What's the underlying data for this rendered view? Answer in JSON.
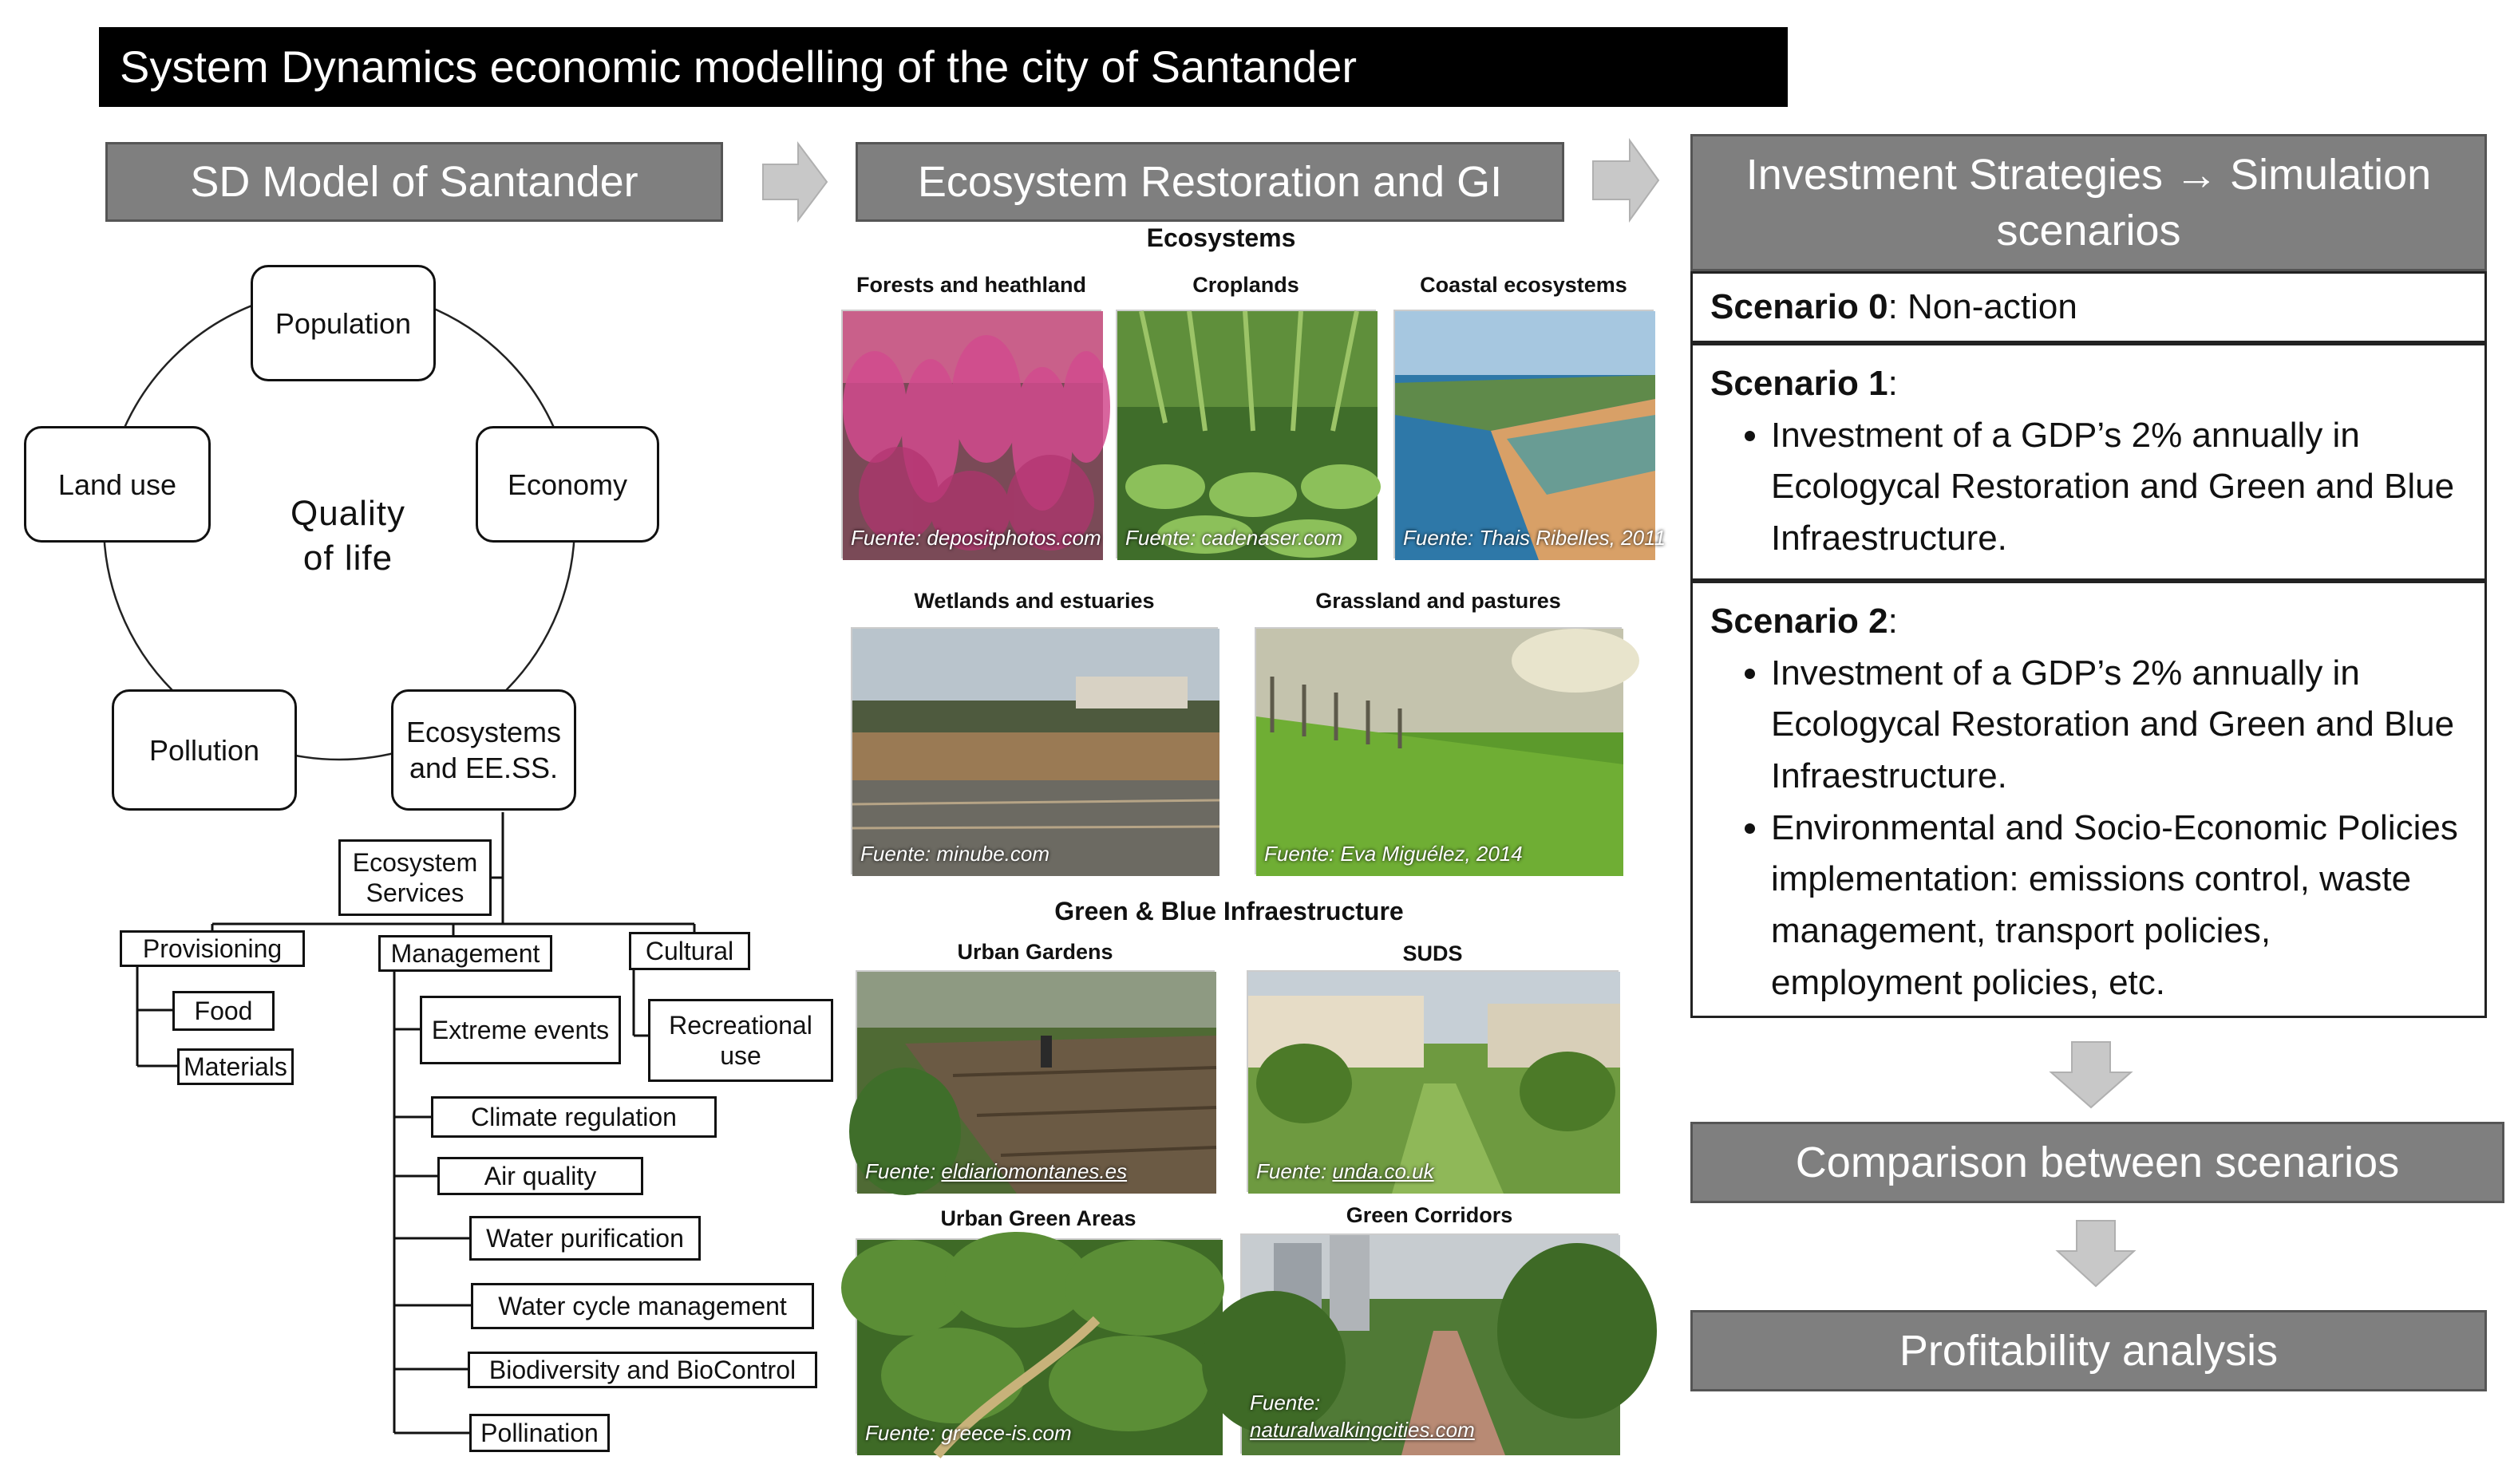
{
  "title": "System Dynamics economic modelling of the city of Santander",
  "col1": {
    "header": "SD Model of Santander",
    "center_label": "Quality of life",
    "nodes": {
      "population": "Population",
      "economy": "Economy",
      "land_use": "Land use",
      "pollution": "Pollution",
      "ecosystems": "Ecosystems and EE.SS."
    },
    "services": {
      "root": "Ecosystem Services",
      "provisioning": "Provisioning",
      "food": "Food",
      "materials": "Materials",
      "management": "Management",
      "cultural": "Cultural",
      "recreational": "Recreational use",
      "extreme_events": "Extreme events",
      "climate": "Climate regulation",
      "air": "Air quality",
      "water_purification": "Water purification",
      "water_cycle": "Water cycle management",
      "biodiversity": "Biodiversity and BioControl",
      "pollination": "Pollination"
    }
  },
  "col2": {
    "header": "Ecosystem Restoration and GI",
    "ecosystems_title": "Ecosystems",
    "gbi_title": "Green & Blue Infraestructure",
    "photos": {
      "forests": {
        "label": "Forests and heathland",
        "credit": "Fuente: depositphotos.com"
      },
      "croplands": {
        "label": "Croplands",
        "credit": "Fuente: cadenaser.com"
      },
      "coastal": {
        "label": "Coastal ecosystems",
        "credit": "Fuente: Thais Ribelles, 2011"
      },
      "wetlands": {
        "label": "Wetlands and estuaries",
        "credit": "Fuente: minube.com"
      },
      "grassland": {
        "label": "Grassland and pastures",
        "credit": "Fuente: Eva Miguélez, 2014"
      },
      "urban_gardens": {
        "label": "Urban Gardens",
        "credit_prefix": "Fuente: ",
        "credit_link": "eldiariomontanes.es"
      },
      "suds": {
        "label": "SUDS",
        "credit_prefix": "Fuente: ",
        "credit_link": "unda.co.uk"
      },
      "urban_green": {
        "label": "Urban Green Areas",
        "credit": "Fuente: greece-is.com"
      },
      "corridors": {
        "label": "Green Corridors",
        "credit_prefix": "Fuente: ",
        "credit_link": "naturalwalkingcities.com"
      }
    }
  },
  "col3": {
    "header": "Investment Strategies → Simulation scenarios",
    "scenario0": {
      "name": "Scenario 0",
      "text": ": Non-action"
    },
    "scenario1": {
      "name": "Scenario 1",
      "suffix": ":",
      "bullets": [
        "Investment of a GDP’s 2% annually in Ecologycal Restoration and Green and Blue Infraestructure."
      ]
    },
    "scenario2": {
      "name": "Scenario 2",
      "suffix": ":",
      "bullets": [
        "Investment of a GDP’s 2% annually in Ecologycal Restoration and Green and Blue Infraestructure.",
        "Environmental and Socio-Economic Policies implementation: emissions control, waste management, transport policies, employment policies, etc."
      ]
    },
    "comparison": "Comparison between scenarios",
    "profitability": "Profitability analysis"
  },
  "colors": {
    "header_gray": "#7f7f7f",
    "title_bg": "#000000",
    "arrow_gray": "#c8c8c8"
  }
}
